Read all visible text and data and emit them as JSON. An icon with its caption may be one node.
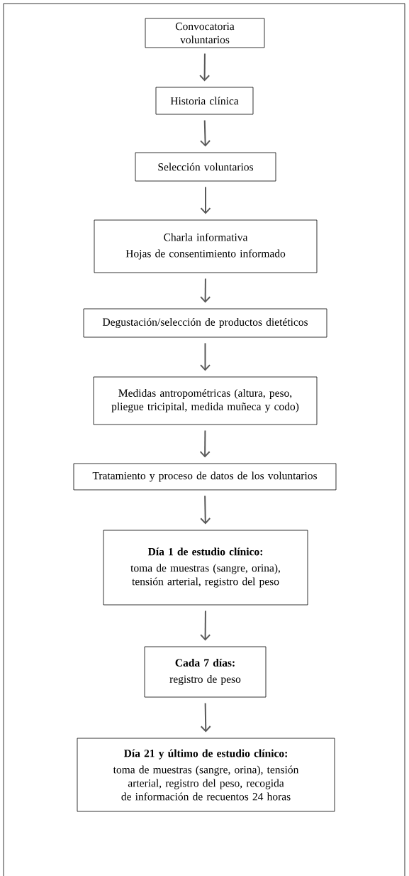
{
  "diagram": {
    "nodes": [
      {
        "text": [
          "Convocatoria voluntarios"
        ]
      },
      {
        "text": [
          "Historia clínica"
        ]
      },
      {
        "text": [
          "Selección voluntarios"
        ]
      },
      {
        "text": [
          "Charla informativa",
          "Hojas de consentimiento informado"
        ]
      },
      {
        "text": [
          "Degustación/selección de productos dietéticos"
        ]
      },
      {
        "text": [
          "Medidas antropométricas (altura, peso, pliegue tricipital, medida muñeca y codo)"
        ]
      },
      {
        "text": [
          "Tratamiento y proceso de datos de los voluntarios"
        ]
      },
      {
        "text": [
          "Día 1 de estudio clínico:",
          "toma de muestras (sangre, orina), tensión arterial, registro del peso"
        ]
      },
      {
        "text": [
          "Cada 7 días:",
          "registro de peso"
        ]
      },
      {
        "text": [
          "Día 21 y último de estudio clínico:",
          "toma de muestras (sangre, orina), tensión arterial, registro del peso, recogida de información de recuentos 24 horas"
        ]
      }
    ],
    "edges": [
      {
        "from": 0,
        "to": 1,
        "arrow": "to"
      },
      {
        "from": 1,
        "to": 2,
        "arrow": "to"
      },
      {
        "from": 2,
        "to": 3,
        "arrow": "to"
      },
      {
        "from": 3,
        "to": 4,
        "arrow": "to"
      },
      {
        "from": 4,
        "to": 5,
        "arrow": "to"
      },
      {
        "from": 5,
        "to": 6,
        "arrow": "to"
      },
      {
        "from": 6,
        "to": 7,
        "arrow": "to"
      },
      {
        "from": 7,
        "to": 8,
        "arrow": "to"
      },
      {
        "from": 8,
        "to": 9,
        "arrow": "to"
      }
    ]
  }
}
